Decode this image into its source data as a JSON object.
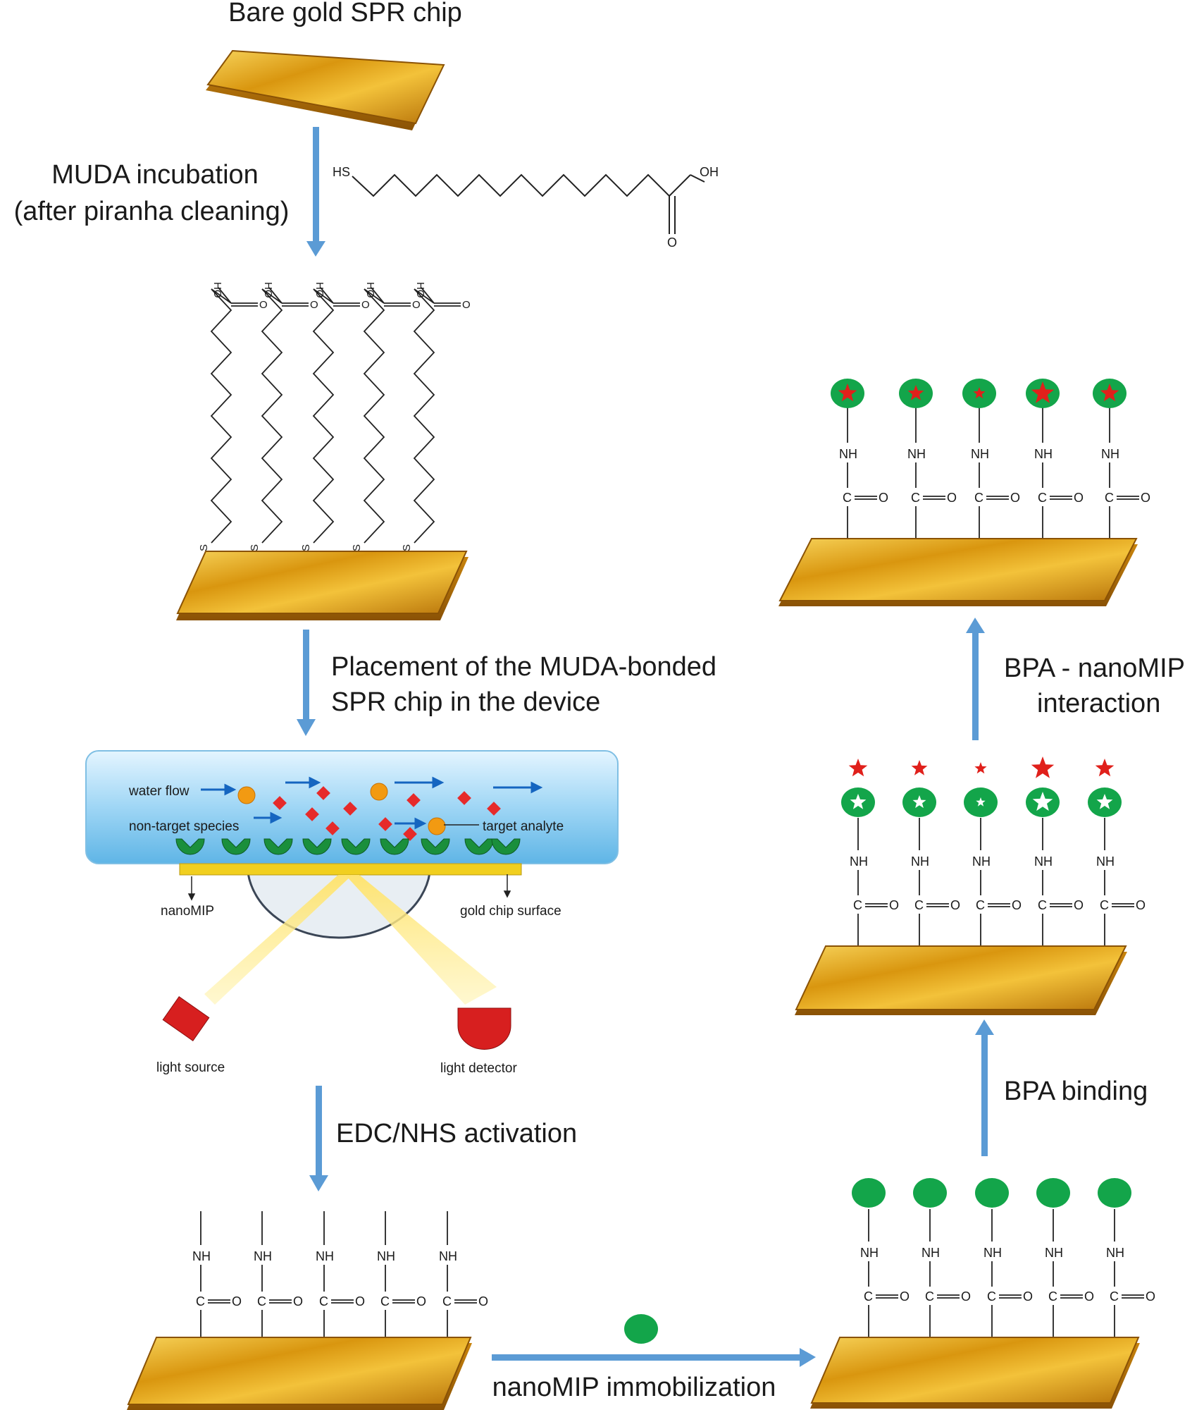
{
  "title": "Bare gold SPR chip",
  "steps": {
    "muda_incubation": {
      "line1": "MUDA incubation",
      "line2": "(after piranha cleaning)"
    },
    "placement": {
      "line1": "Placement of the MUDA-bonded",
      "line2": "SPR chip in the device"
    },
    "edc_nhs": "EDC/NHS activation",
    "immobilization": "nanoMIP immobilization",
    "bpa_binding": "BPA binding",
    "interaction": {
      "line1": "BPA - nanoMIP",
      "line2": "interaction"
    }
  },
  "molecule": {
    "thiol": "HS",
    "hydroxyl": "OH",
    "carbonyl_o": "O"
  },
  "chains": {
    "hydroxyl": "HO",
    "carbonyl_o": "O",
    "sulfur": "S"
  },
  "amide": {
    "nh": "NH",
    "carbon": "C",
    "oxygen": "O"
  },
  "device": {
    "water_flow": "water flow",
    "non_target": "non-target species",
    "target_analyte": "target analyte",
    "nanomip": "nanoMIP",
    "gold_surface": "gold chip surface",
    "light_source": "light source",
    "light_detector": "light detector"
  },
  "colors": {
    "gold_light": "#f6c43a",
    "gold_dark": "#b36f08",
    "arrow": "#5b9bd5",
    "nanomip_green": "#13a54a",
    "bpa_red": "#e0201b"
  }
}
